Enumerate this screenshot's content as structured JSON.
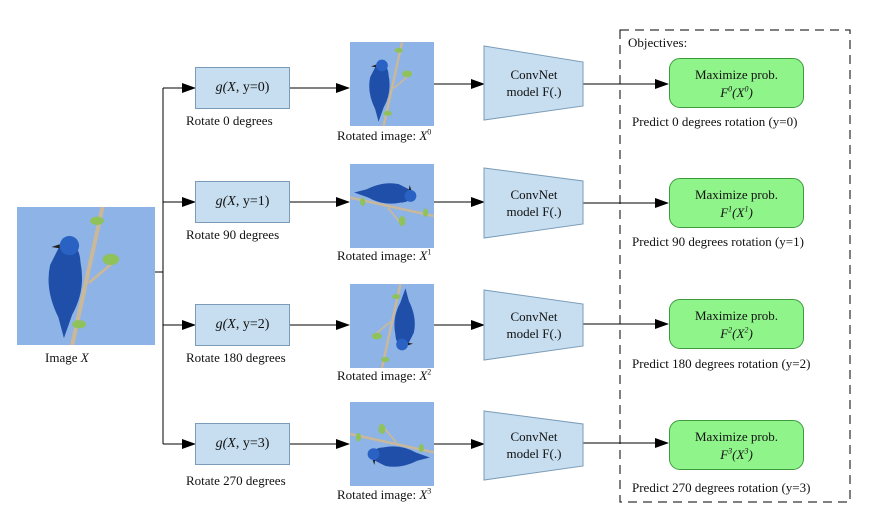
{
  "input": {
    "label": "Image",
    "symbol": "X"
  },
  "objectives_title": "Objectives:",
  "rows": [
    {
      "g_prefix": "g(",
      "g_x": "X",
      "g_mid": ", y=",
      "y": "0",
      "g_suffix": ")",
      "rotate": "Rotate 0 degrees",
      "rot_prefix": "Rotated image:",
      "x_sup": "0",
      "net_line1": "ConvNet",
      "net_line2": "model F(.)",
      "obj_line1": "Maximize prob.",
      "f_sup": "0",
      "x2_sup": "0",
      "predict": "Predict 0 degrees rotation (y=0)"
    },
    {
      "g_prefix": "g(",
      "g_x": "X",
      "g_mid": ", y=",
      "y": "1",
      "g_suffix": ")",
      "rotate": "Rotate 90 degrees",
      "rot_prefix": "Rotated image:",
      "x_sup": "1",
      "net_line1": "ConvNet",
      "net_line2": "model F(.)",
      "obj_line1": "Maximize prob.",
      "f_sup": "1",
      "x2_sup": "1",
      "predict": "Predict 90 degrees rotation (y=1)"
    },
    {
      "g_prefix": "g(",
      "g_x": "X",
      "g_mid": ", y=",
      "y": "2",
      "g_suffix": ")",
      "rotate": "Rotate 180 degrees",
      "rot_prefix": "Rotated image:",
      "x_sup": "2",
      "net_line1": "ConvNet",
      "net_line2": "model F(.)",
      "obj_line1": "Maximize prob.",
      "f_sup": "2",
      "x2_sup": "2",
      "predict": "Predict 180 degrees rotation (y=2)"
    },
    {
      "g_prefix": "g(",
      "g_x": "X",
      "g_mid": ", y=",
      "y": "3",
      "g_suffix": ")",
      "rotate": "Rotate 270 degrees",
      "rot_prefix": "Rotated image:",
      "x_sup": "3",
      "net_line1": "ConvNet",
      "net_line2": "model F(.)",
      "obj_line1": "Maximize prob.",
      "f_sup": "3",
      "x2_sup": "3",
      "predict": "Predict 270 degrees rotation (y=3)"
    }
  ],
  "colors": {
    "sky": "#8eb3e6",
    "bird": "#1f4fa8",
    "transform_box": "#c6def0",
    "objective_box": "#8ff58a"
  }
}
